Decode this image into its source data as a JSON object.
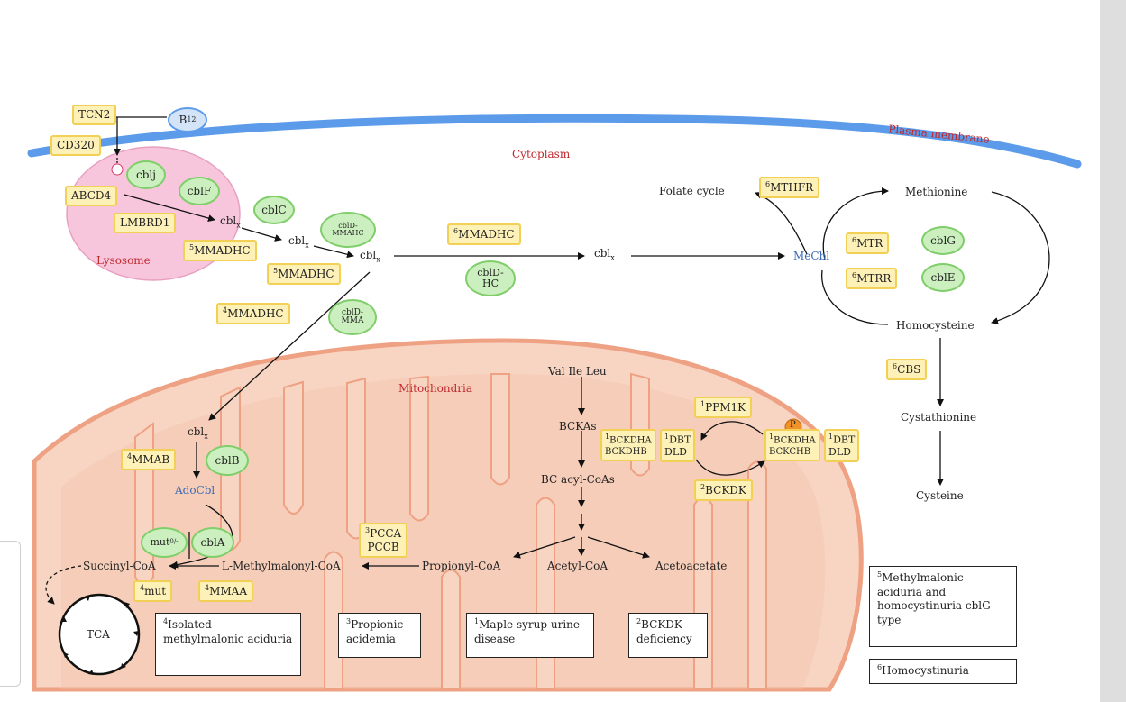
{
  "compartments": {
    "cytoplasm": "Cytoplasm",
    "plasma_membrane": "Plasma membrane",
    "lysosome": "Lysosome",
    "mitochondria": "Mitochondria"
  },
  "transport": {
    "tcn2": "TCN2",
    "b12": "B",
    "b12_sub": "12",
    "cd320": "CD320",
    "abcd4": "ABCD4",
    "lmbrd1": "LMBRD1"
  },
  "cbl_ovals": {
    "cblj": "cblj",
    "cblf": "cblF",
    "cblc": "cblC",
    "cbld_mmahc": "cblD-MMAHC",
    "cbld_hc": "cblD-HC",
    "cbld_mma": "cblD-MMA",
    "cblb": "cblB",
    "cbla": "cblA",
    "cblg": "cblG",
    "cble": "cblE"
  },
  "mmadhc_boxes": {
    "label": "MMADHC",
    "lysosome_sup": "5",
    "lower_sup": "5",
    "mito_sup": "4",
    "hc_sup": "6"
  },
  "cbl_x": {
    "base": "cbl",
    "sub": "x"
  },
  "methionine_cycle": {
    "folate_cycle": "Folate cycle",
    "mthfr": {
      "sup": "6",
      "label": "MTHFR"
    },
    "methionine": "Methionine",
    "mecbl": "MeCbl",
    "mtr": {
      "sup": "6",
      "label": "MTR"
    },
    "mtrr": {
      "sup": "6",
      "label": "MTRR"
    },
    "homocysteine": "Homocysteine",
    "cbs": {
      "sup": "6",
      "label": "CBS"
    },
    "cystathionine": "Cystathionine",
    "cysteine": "Cysteine"
  },
  "mitochondrial": {
    "mmab": {
      "sup": "4",
      "label": "MMAB"
    },
    "adocbl": "AdoCbl",
    "mut_oval": {
      "label": "mut",
      "sup": "0/-"
    },
    "mut_box": {
      "sup": "4",
      "label": "mut"
    },
    "mmaa": {
      "sup": "4",
      "label": "MMAA"
    },
    "succinyl_coa": "Succinyl-CoA",
    "methylmalonyl_coa": "L-Methylmalonyl-CoA",
    "propionyl_coa": "Propionyl-CoA",
    "acetyl_coa": "Acetyl-CoA",
    "acetoacetate": "Acetoacetate",
    "pcca": {
      "sup": "3",
      "label": "PCCA",
      "label2": "PCCB"
    },
    "tca": "TCA"
  },
  "bcaa": {
    "val_ile_leu": "Val Ile Leu",
    "bckas": "BCKAs",
    "bc_acyl_coas": "BC acyl-CoAs",
    "ppm1k": {
      "sup": "1",
      "label": "PPM1K"
    },
    "bckdk": {
      "sup": "2",
      "label": "BCKDK"
    },
    "complex_left": {
      "sup1": "1",
      "a": "BCKDHA",
      "b": "BCKDHB",
      "sup2": "1",
      "c": "DBT",
      "d": "DLD"
    },
    "complex_right": {
      "sup1": "1",
      "a": "BCKDHA",
      "b": "BCKCHB",
      "sup2": "1",
      "c": "DBT",
      "d": "DLD"
    },
    "phospho": "P"
  },
  "diseases": {
    "d4": {
      "sup": "4",
      "text": "Isolated methylmalonic aciduria"
    },
    "d3": {
      "sup": "3",
      "text": "Propionic acidemia"
    },
    "d1": {
      "sup": "1",
      "text": "Maple syrup urine disease"
    },
    "d2": {
      "sup": "2",
      "text": "BCKDK deficiency"
    },
    "d5": {
      "sup": "5",
      "text": "Methylmalonic aciduria and homocystinuria cblG type"
    },
    "d6": {
      "sup": "6",
      "text": "Homocystinuria"
    }
  },
  "colors": {
    "membrane": "#5b9bea",
    "mito_fill": "#f8d5c2",
    "mito_border": "#eea183",
    "lysosome_fill": "#f8c6dc",
    "box_fill": "#fdf1b8",
    "box_border": "#f2cf55",
    "oval_fill": "#ccefbf",
    "oval_border": "#7fce6a",
    "b12_fill": "#d4e4f8",
    "label_red": "#c0282e",
    "label_blue": "#3b6bb6",
    "phospho_fill": "#f0922a"
  }
}
